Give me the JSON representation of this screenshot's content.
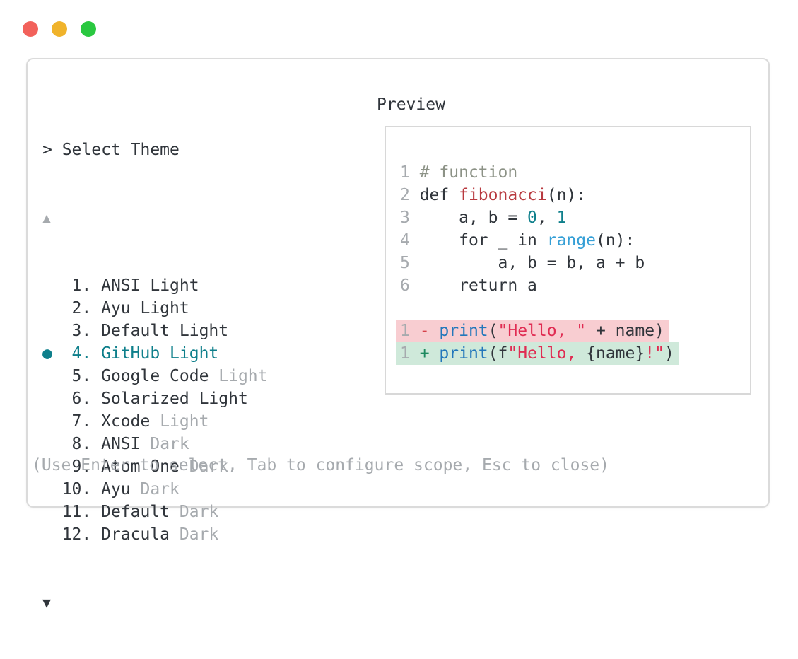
{
  "window": {
    "controls": [
      {
        "name": "close",
        "color": "#f2615b"
      },
      {
        "name": "minimize",
        "color": "#f0b32b"
      },
      {
        "name": "zoom",
        "color": "#2ac840"
      }
    ]
  },
  "palette": {
    "text_dark": "#30353b",
    "text_muted": "#a6aaae",
    "accent_teal": "#0e7f8b",
    "comment": "#8c9286",
    "function_red": "#b8393f",
    "number_teal": "#0e7f8b",
    "builtin_blue": "#359fd6",
    "call_blue": "#2277bb",
    "string_crimson": "#e02c52",
    "diff_minus_red": "#d64049",
    "diff_plus_green": "#1e8a5f",
    "removed_bg": "#f8cdd1",
    "added_bg": "#cfe9da"
  },
  "theme_picker": {
    "prompt": "> Select Theme",
    "scroll_up_indicator": "▲",
    "scroll_down_indicator": "▼",
    "selected_bullet": "●",
    "items": [
      {
        "number": "1",
        "name": "ANSI",
        "suffix": "Light",
        "suffix_muted": false,
        "selected": false
      },
      {
        "number": "2",
        "name": "Ayu",
        "suffix": "Light",
        "suffix_muted": false,
        "selected": false
      },
      {
        "number": "3",
        "name": "Default",
        "suffix": "Light",
        "suffix_muted": false,
        "selected": false
      },
      {
        "number": "4",
        "name": "GitHub",
        "suffix": "Light",
        "suffix_muted": false,
        "selected": true
      },
      {
        "number": "5",
        "name": "Google Code",
        "suffix": "Light",
        "suffix_muted": true,
        "selected": false
      },
      {
        "number": "6",
        "name": "Solarized",
        "suffix": "Light",
        "suffix_muted": false,
        "selected": false
      },
      {
        "number": "7",
        "name": "Xcode",
        "suffix": "Light",
        "suffix_muted": true,
        "selected": false
      },
      {
        "number": "8",
        "name": "ANSI",
        "suffix": "Dark",
        "suffix_muted": true,
        "selected": false
      },
      {
        "number": "9",
        "name": "Atom One",
        "suffix": "Dark",
        "suffix_muted": true,
        "selected": false
      },
      {
        "number": "10",
        "name": "Ayu",
        "suffix": "Dark",
        "suffix_muted": true,
        "selected": false
      },
      {
        "number": "11",
        "name": "Default",
        "suffix": "Dark",
        "suffix_muted": true,
        "selected": false
      },
      {
        "number": "12",
        "name": "Dracula",
        "suffix": "Dark",
        "suffix_muted": true,
        "selected": false
      }
    ],
    "help_text": "(Use Enter to select, Tab to configure scope, Esc to close)"
  },
  "preview": {
    "title": "Preview",
    "code_lines": [
      {
        "num": "1",
        "diff": null,
        "tokens": [
          [
            "# function",
            "comment"
          ]
        ]
      },
      {
        "num": "2",
        "diff": null,
        "tokens": [
          [
            "def ",
            "plain"
          ],
          [
            "fibonacci",
            "function"
          ],
          [
            "(n):",
            "plain"
          ]
        ]
      },
      {
        "num": "3",
        "diff": null,
        "tokens": [
          [
            "    a, b = ",
            "plain"
          ],
          [
            "0",
            "number"
          ],
          [
            ", ",
            "plain"
          ],
          [
            "1",
            "number"
          ]
        ]
      },
      {
        "num": "4",
        "diff": null,
        "tokens": [
          [
            "    for _ in ",
            "plain"
          ],
          [
            "range",
            "builtin"
          ],
          [
            "(n):",
            "plain"
          ]
        ]
      },
      {
        "num": "5",
        "diff": null,
        "tokens": [
          [
            "        a, b = b, a + b",
            "plain"
          ]
        ]
      },
      {
        "num": "6",
        "diff": null,
        "tokens": [
          [
            "    return a",
            "plain"
          ]
        ]
      },
      {
        "num": "",
        "diff": null,
        "tokens": []
      },
      {
        "num": "1",
        "diff": "removed",
        "tokens": [
          [
            "- ",
            "minus"
          ],
          [
            "print",
            "call"
          ],
          [
            "(",
            "plain"
          ],
          [
            "\"Hello, \"",
            "string"
          ],
          [
            " + name)",
            "plain"
          ]
        ]
      },
      {
        "num": "1",
        "diff": "added",
        "tokens": [
          [
            "+ ",
            "plus"
          ],
          [
            "print",
            "call"
          ],
          [
            "(f",
            "plain"
          ],
          [
            "\"Hello, ",
            "string"
          ],
          [
            "{name}",
            "plain"
          ],
          [
            "!\"",
            "string"
          ],
          [
            ")",
            "plain"
          ]
        ]
      }
    ]
  }
}
